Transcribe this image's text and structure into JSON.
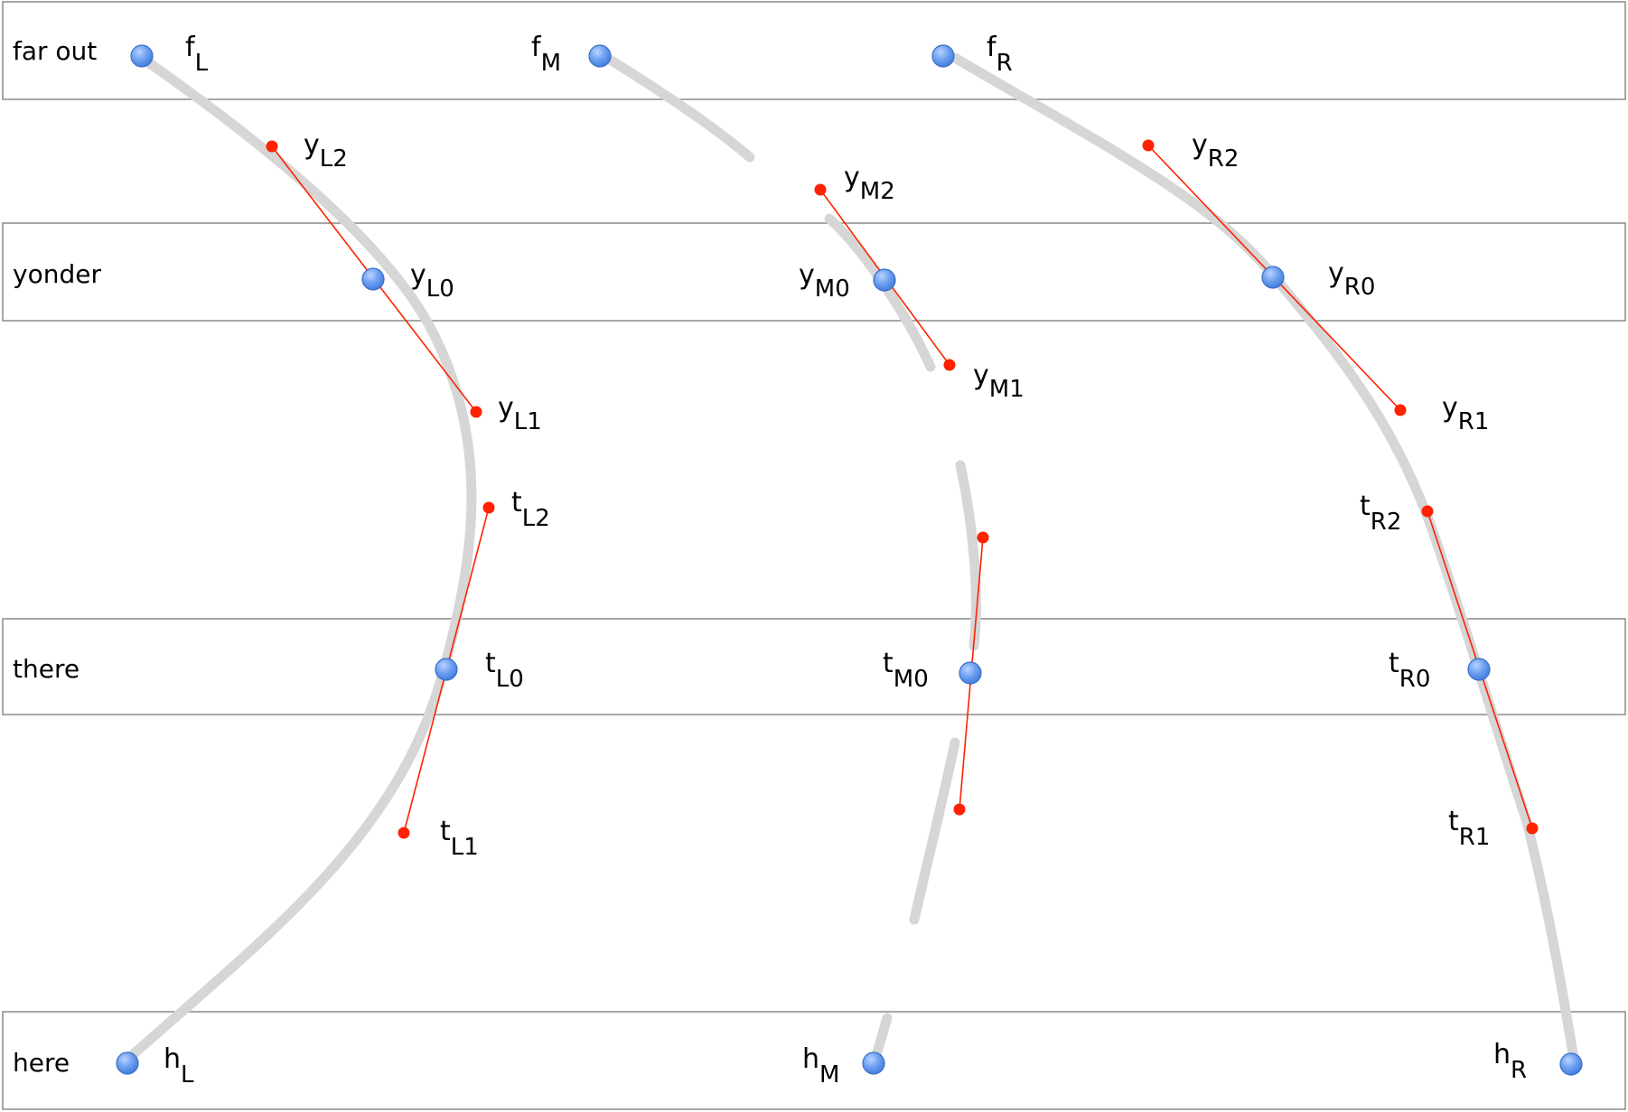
{
  "colors": {
    "band_border": "#8a8a8a",
    "curve": "#d6d6d6",
    "tangent": "#ff2200",
    "node": "#5b93ee"
  },
  "bands": [
    {
      "id": "far",
      "label": "far out"
    },
    {
      "id": "yonder",
      "label": "yonder"
    },
    {
      "id": "there",
      "label": "there"
    },
    {
      "id": "here",
      "label": "here"
    }
  ],
  "nodes": [
    {
      "id": "fL",
      "base": "f",
      "sub": "L"
    },
    {
      "id": "fM",
      "base": "f",
      "sub": "M"
    },
    {
      "id": "fR",
      "base": "f",
      "sub": "R"
    },
    {
      "id": "yL0",
      "base": "y",
      "sub": "L0"
    },
    {
      "id": "yM0",
      "base": "y",
      "sub": "M0"
    },
    {
      "id": "yR0",
      "base": "y",
      "sub": "R0"
    },
    {
      "id": "tL0",
      "base": "t",
      "sub": "L0"
    },
    {
      "id": "tM0",
      "base": "t",
      "sub": "M0"
    },
    {
      "id": "tR0",
      "base": "t",
      "sub": "R0"
    },
    {
      "id": "hL",
      "base": "h",
      "sub": "L"
    },
    {
      "id": "hM",
      "base": "h",
      "sub": "M"
    },
    {
      "id": "hR",
      "base": "h",
      "sub": "R"
    }
  ],
  "control_points": [
    {
      "id": "yL2",
      "base": "y",
      "sub": "L2"
    },
    {
      "id": "yL1",
      "base": "y",
      "sub": "L1"
    },
    {
      "id": "yM2",
      "base": "y",
      "sub": "M2"
    },
    {
      "id": "yM1",
      "base": "y",
      "sub": "M1"
    },
    {
      "id": "yR2",
      "base": "y",
      "sub": "R2"
    },
    {
      "id": "yR1",
      "base": "y",
      "sub": "R1"
    },
    {
      "id": "tL2",
      "base": "t",
      "sub": "L2"
    },
    {
      "id": "tL1",
      "base": "t",
      "sub": "L1"
    },
    {
      "id": "tM2",
      "base": "",
      "sub": ""
    },
    {
      "id": "tM1",
      "base": "",
      "sub": ""
    },
    {
      "id": "tR2",
      "base": "t",
      "sub": "R2"
    },
    {
      "id": "tR1",
      "base": "t",
      "sub": "R1"
    }
  ],
  "tangent_lines": [
    {
      "from": "yL2",
      "to": "yL1"
    },
    {
      "from": "yM2",
      "to": "yM1"
    },
    {
      "from": "yR2",
      "to": "yR1"
    },
    {
      "from": "tL2",
      "to": "tL1"
    },
    {
      "from": "tM2",
      "to": "tM1"
    },
    {
      "from": "tR2",
      "to": "tR1"
    }
  ]
}
